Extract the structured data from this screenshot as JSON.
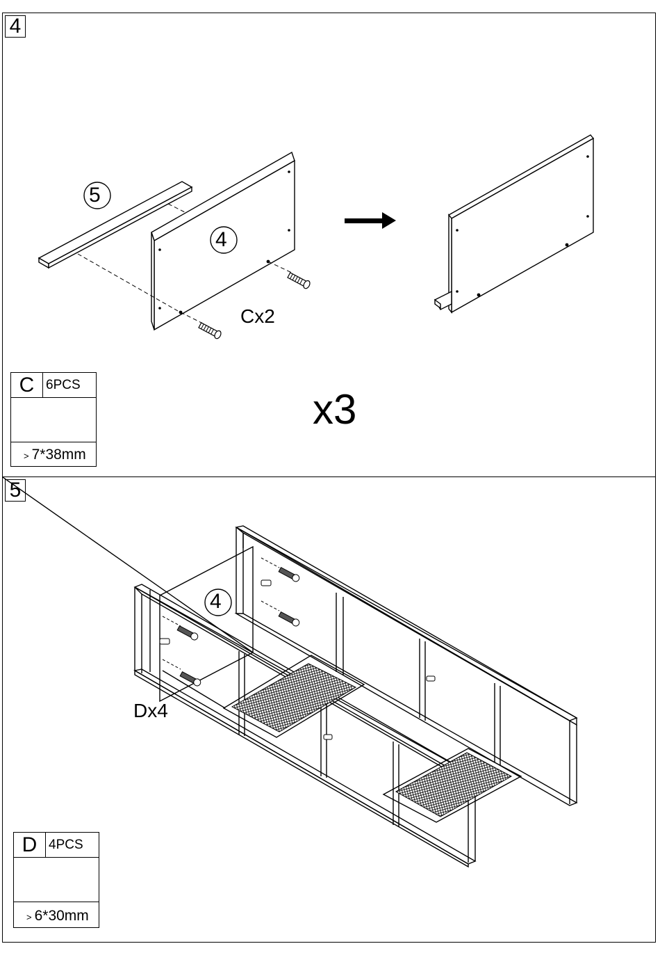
{
  "step4": {
    "number": "4",
    "part_a": "5",
    "part_b": "4",
    "callout": "Cx2",
    "multiplier": "x3",
    "hardware": {
      "letter": "C",
      "qty": "6PCS",
      "arrow": ">",
      "size": "7*38mm",
      "icon": "cam-bolt-icon"
    }
  },
  "step5": {
    "number": "5",
    "part": "4",
    "callout": "Dx4",
    "hardware": {
      "letter": "D",
      "qty": "4PCS",
      "arrow": ">",
      "size": "6*30mm",
      "icon": "hex-screw-icon"
    }
  }
}
